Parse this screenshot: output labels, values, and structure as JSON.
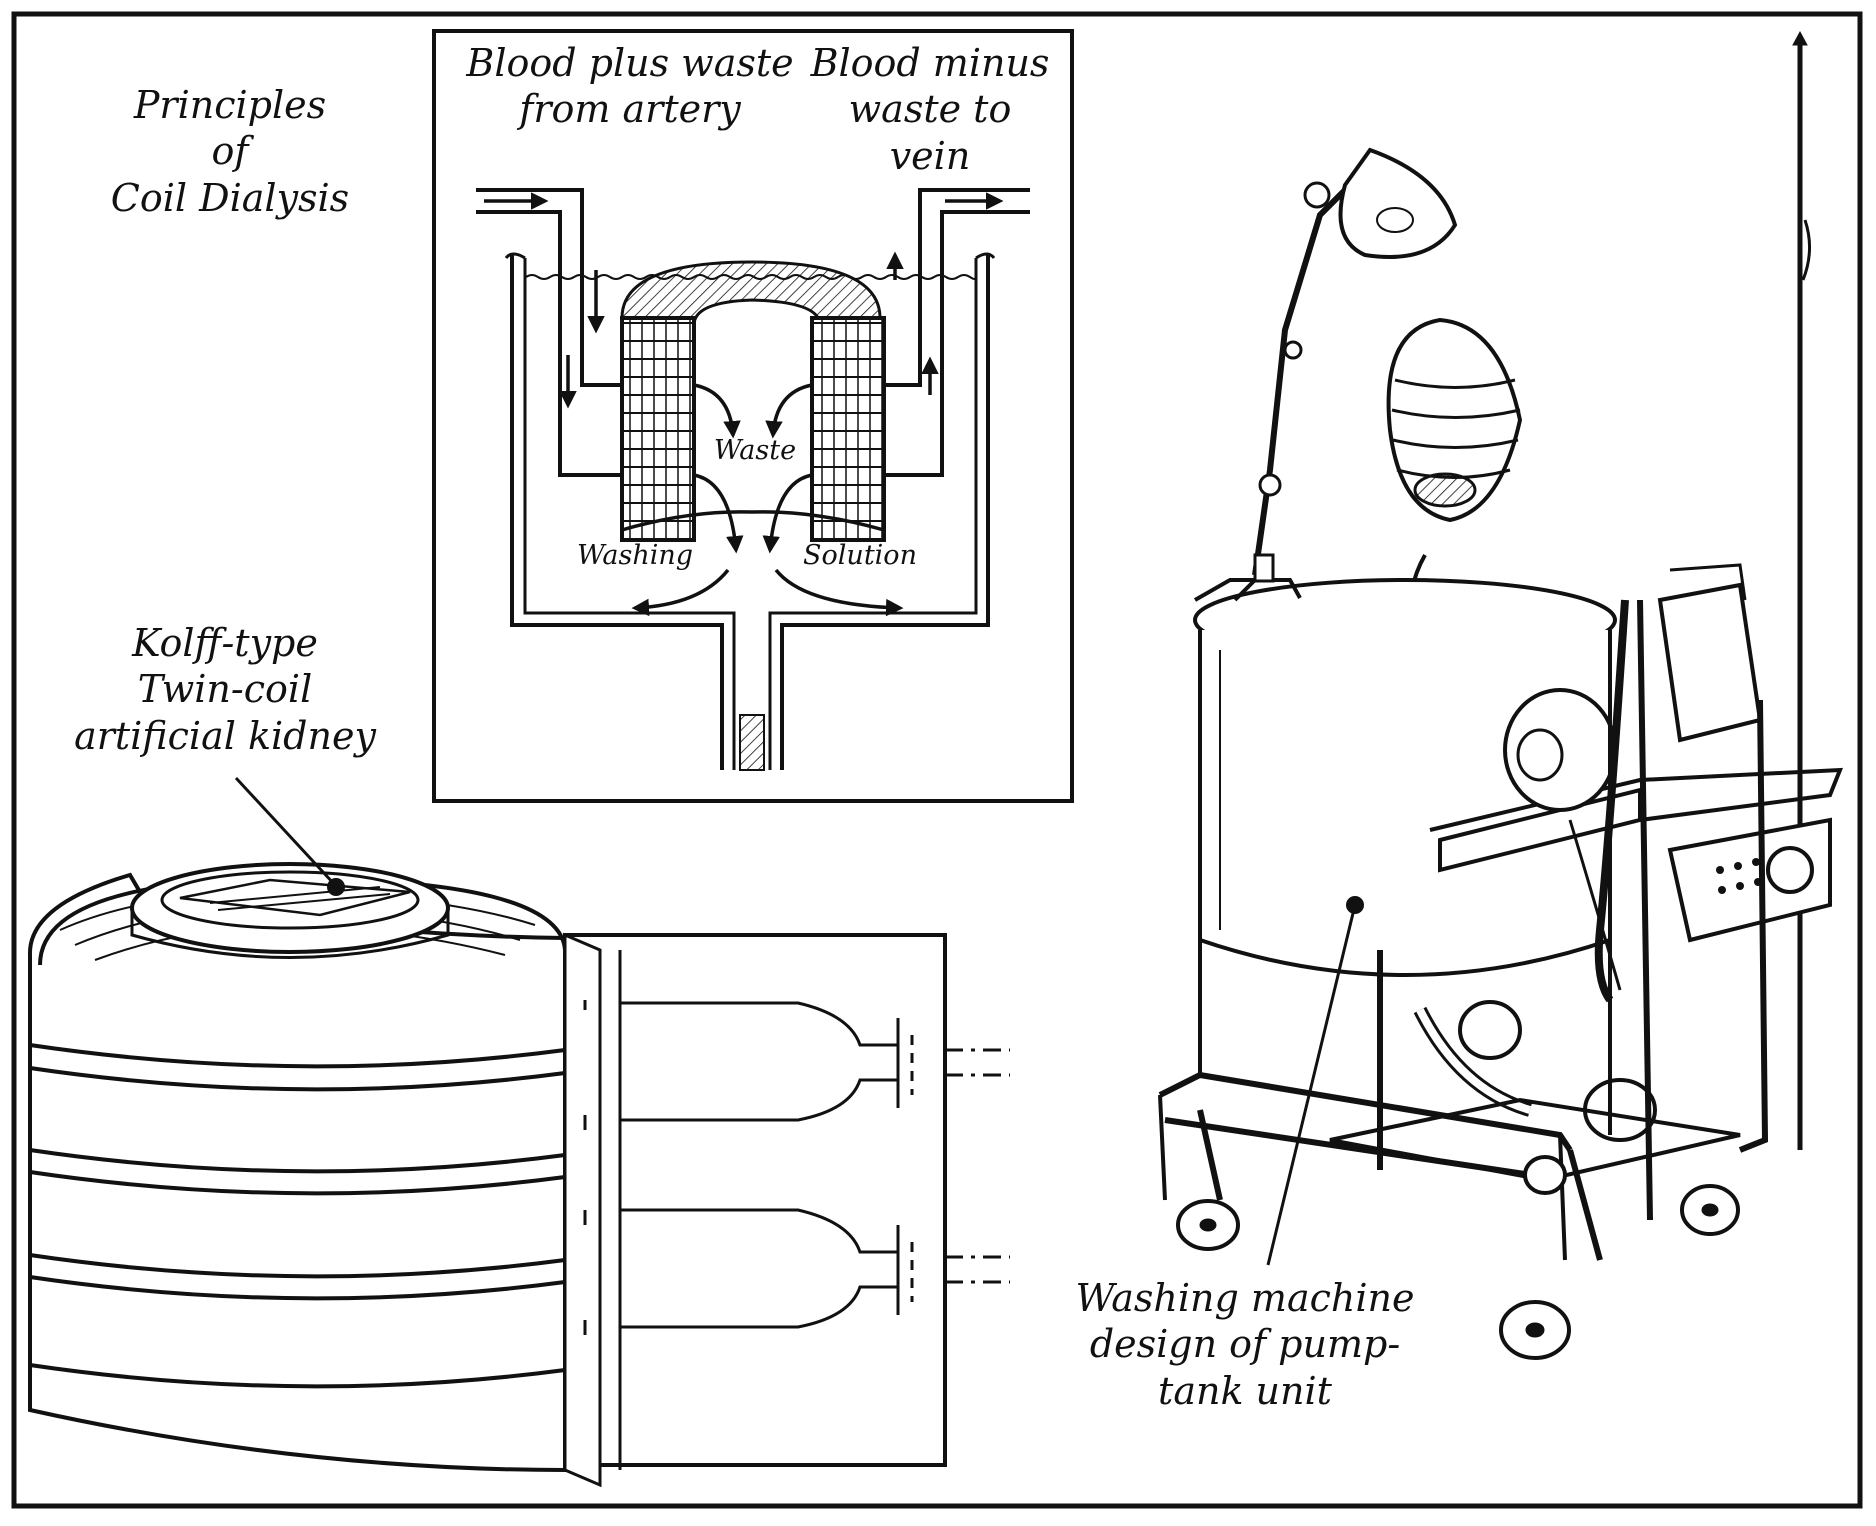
{
  "colors": {
    "ink": "#111111",
    "paper": "#ffffff",
    "liquid": "#e9e9e9"
  },
  "title": {
    "line1": "Principles",
    "line2": "of",
    "line3": "Coil Dialysis"
  },
  "inset": {
    "inflow_label": {
      "line1": "Blood plus waste",
      "line2": "from artery"
    },
    "outflow_label": {
      "line1": "Blood minus",
      "line2": "waste to",
      "line3": "vein"
    },
    "waste_label": "Waste",
    "washing_label": "Washing",
    "solution_label": "Solution"
  },
  "kidney_label": {
    "line1": "Kolff-type",
    "line2": "Twin-coil",
    "line3": "artificial kidney"
  },
  "machine_label": {
    "line1": "Washing machine",
    "line2": "design of pump-",
    "line3": "tank unit"
  }
}
